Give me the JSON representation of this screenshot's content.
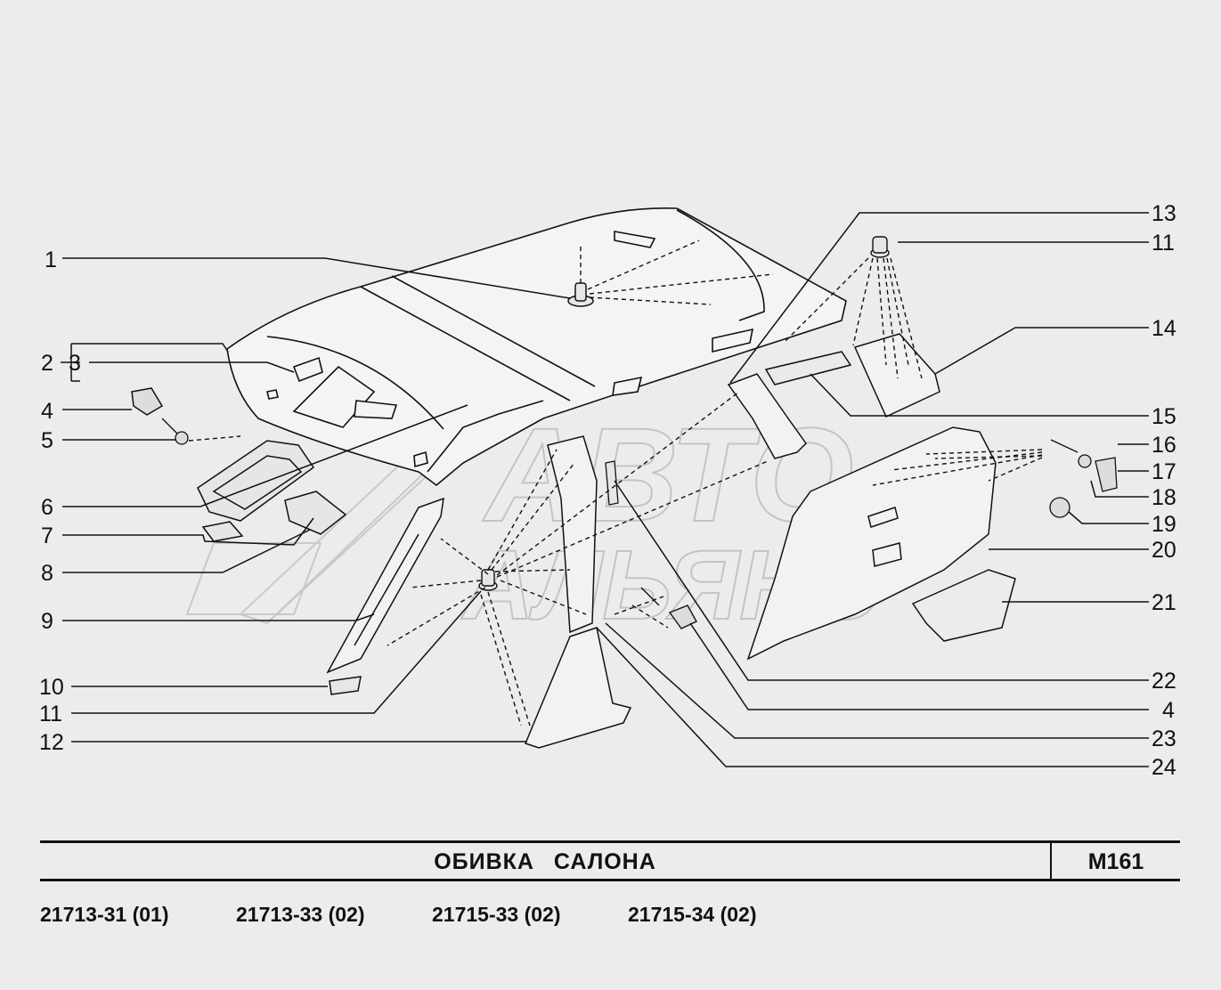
{
  "diagram": {
    "callouts_left": [
      "1",
      "2",
      "3",
      "4",
      "5",
      "6",
      "7",
      "8",
      "9",
      "10",
      "11",
      "12"
    ],
    "callouts_right": [
      "13",
      "11",
      "14",
      "15",
      "16",
      "17",
      "18",
      "19",
      "20",
      "21",
      "22",
      "4",
      "23",
      "24"
    ],
    "watermark": {
      "line1": "АВТО",
      "line2": "АЛЬЯНС"
    }
  },
  "title_block": {
    "title": "ОБИВКА   САЛОНА",
    "code": "M161"
  },
  "models": [
    "21713-31 (01)",
    "21713-33 (02)",
    "21715-33 (02)",
    "21715-34 (02)"
  ]
}
